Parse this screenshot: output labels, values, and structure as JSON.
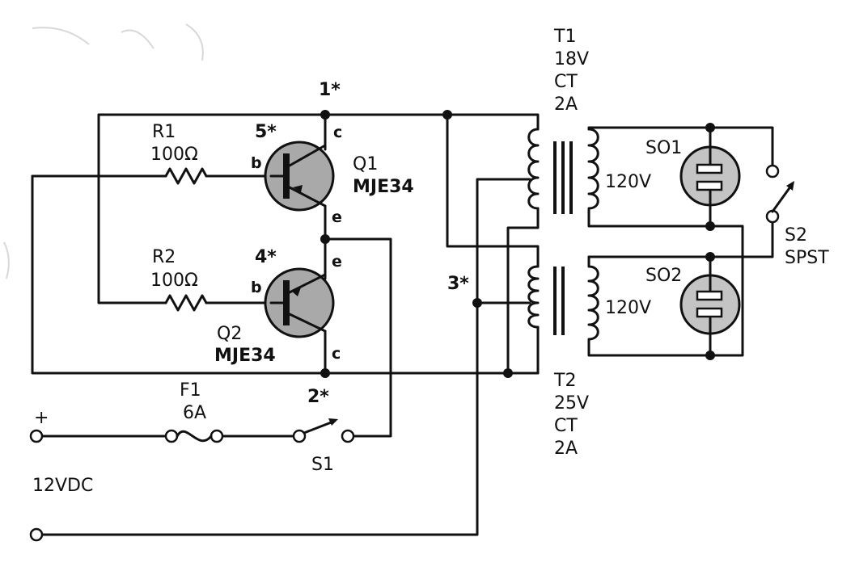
{
  "labels": {
    "r1_name": "R1",
    "r1_value": "100Ω",
    "r2_name": "R2",
    "r2_value": "100Ω",
    "q1_name": "Q1",
    "q1_part": "MJE34",
    "q2_name": "Q2",
    "q2_part": "MJE34",
    "node1": "1*",
    "node2": "2*",
    "node3": "3*",
    "node4": "4*",
    "node5": "5*",
    "q1_c": "c",
    "q1_b": "b",
    "q1_e": "e",
    "q2_e": "e",
    "q2_b": "b",
    "q2_c": "c",
    "t1_name": "T1",
    "t1_voltage": "18V",
    "t1_ct": "CT",
    "t1_current": "2A",
    "t2_name": "T2",
    "t2_voltage": "25V",
    "t2_ct": "CT",
    "t2_current": "2A",
    "t1_secondary": "120V",
    "t2_secondary": "120V",
    "so1": "SO1",
    "so2": "SO2",
    "s2_name": "S2",
    "s2_type": "SPST",
    "f1_name": "F1",
    "f1_value": "6A",
    "s1_name": "S1",
    "plus": "+",
    "supply": "12VDC"
  },
  "colors": {
    "ink": "#111111",
    "transistor_fill": "#a9a9a9",
    "socket_fill": "#c4c4c4"
  }
}
